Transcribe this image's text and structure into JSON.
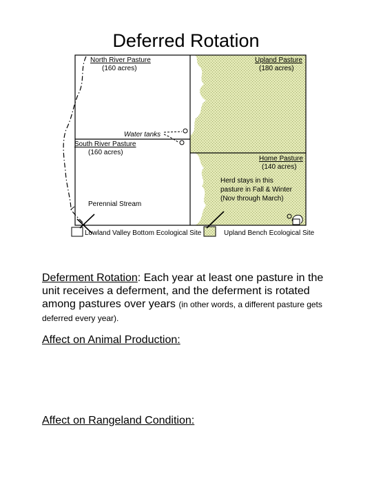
{
  "title": "Deferred Rotation",
  "pastures": {
    "north_river": {
      "name": "North River Pasture",
      "acres": "(160 acres)"
    },
    "upland": {
      "name": "Upland Pasture",
      "acres": "(180 acres)"
    },
    "south_river": {
      "name": "South River Pasture",
      "acres": "(160 acres)"
    },
    "home": {
      "name": "Home Pasture",
      "acres": "(140 acres)"
    }
  },
  "labels": {
    "water_tanks": "Water tanks",
    "perennial_stream": "Perennial Stream",
    "herd_note": [
      "Herd stays in this",
      "pasture in Fall & Winter",
      "(Nov through March)"
    ]
  },
  "legend": {
    "lowland": "Lowland Valley Bottom Ecological Site",
    "upland": "Upland Bench Ecological Site"
  },
  "colors": {
    "upland_fill": "#e2e8b4",
    "upland_dots": "#9ea86a"
  },
  "definition": {
    "term": "Deferment Rotation",
    "sentence": ": Each year at least one pasture in the unit receives a deferment, and the deferment is rotated among pastures over years ",
    "aside": "(in other words, a different pasture gets deferred every year)."
  },
  "prompts": {
    "animal": "Affect on Animal Production:",
    "rangeland": "Affect on Rangeland Condition:"
  }
}
